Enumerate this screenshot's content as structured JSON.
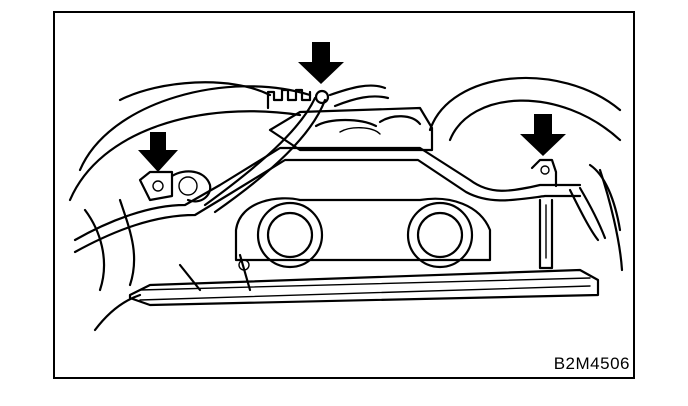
{
  "figure": {
    "id_label": "B2M4506"
  },
  "callouts": [
    {
      "name": "left-clip",
      "icon": "arrow-down-icon"
    },
    {
      "name": "center-clip",
      "icon": "arrow-down-icon"
    },
    {
      "name": "right-clip",
      "icon": "arrow-down-icon"
    }
  ],
  "colors": {
    "ink": "#000000",
    "paper": "#ffffff"
  }
}
